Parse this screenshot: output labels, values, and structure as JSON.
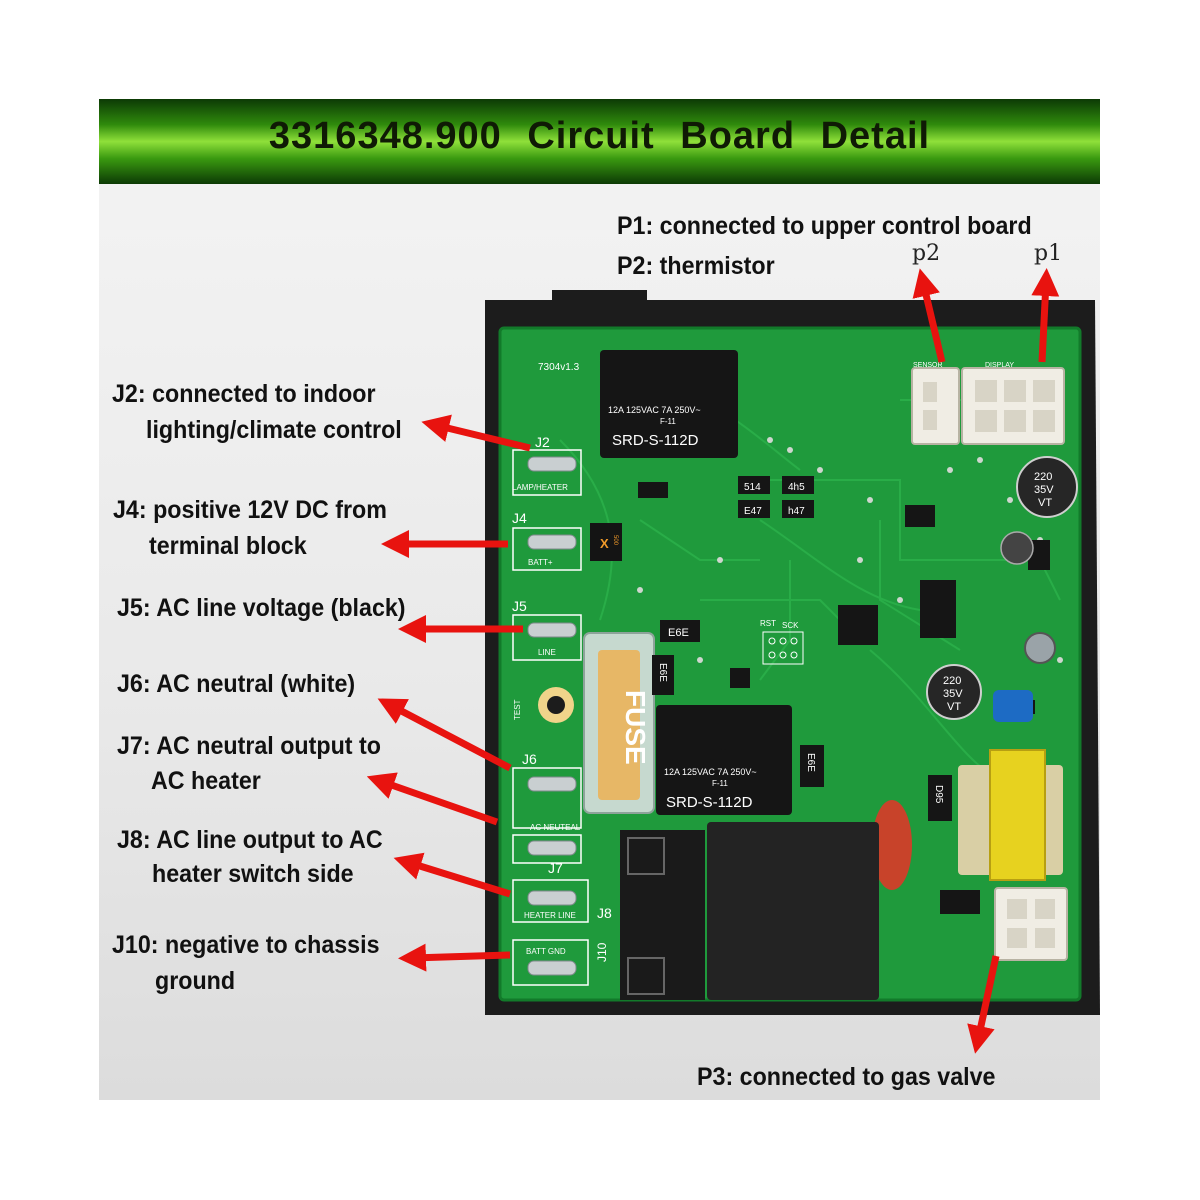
{
  "title": "3316348.900   Circuit   Board    Detail",
  "labels": {
    "p1_p2": [
      "P1: connected to upper control board",
      "P2: thermistor"
    ],
    "p1_tag": "p1",
    "p2_tag": "p2",
    "j2": [
      "J2: connected to indoor",
      "lighting/climate control"
    ],
    "j4": [
      "J4: positive 12V DC from",
      "terminal block"
    ],
    "j5": "J5: AC line voltage (black)",
    "j6": "J6: AC neutral (white)",
    "j7": [
      "J7: AC neutral output to",
      "AC heater"
    ],
    "j8": [
      "J8: AC line output to AC",
      "heater switch side"
    ],
    "j10": [
      "J10: negative to chassis",
      "ground"
    ],
    "p3": "P3: connected to gas valve"
  },
  "board_silkscreen": {
    "version": "7304v1.3",
    "j2": "J2",
    "j2_sub": "LAMP/HEATER",
    "j4": "J4",
    "j4_sub": "BATT+",
    "j5": "J5",
    "j5_sub": "LINE",
    "j6": "J6",
    "j6_sub": "AC NEUTEAL",
    "j7": "J7",
    "j7_sub": "HEATER LINE",
    "j8": "J8",
    "j10": "J10",
    "j10_sub": "BATT GND",
    "test": "TEST",
    "rst": "RST",
    "sck": "SCK",
    "sensor": "SENSOR",
    "display": "DISPLAY",
    "relay_model": "SRD-S-112D",
    "relay_rating": "12A 125VAC  7A 250V~",
    "relay_f": "F-11",
    "fuse": "FUSE",
    "cap1": [
      "220",
      "35V",
      "VT"
    ],
    "cap2": [
      "220",
      "35V",
      "VT"
    ],
    "res_labels": [
      "514",
      "4h5",
      "E47",
      "h47",
      "E6E",
      "E6E",
      "E6E",
      "D95"
    ],
    "fuse_small": "500"
  },
  "colors": {
    "banner_green": "#3a9a10",
    "board_green": "#1f9a3c",
    "arrow_red": "#e8130f",
    "housing": "#1c1c1c"
  }
}
